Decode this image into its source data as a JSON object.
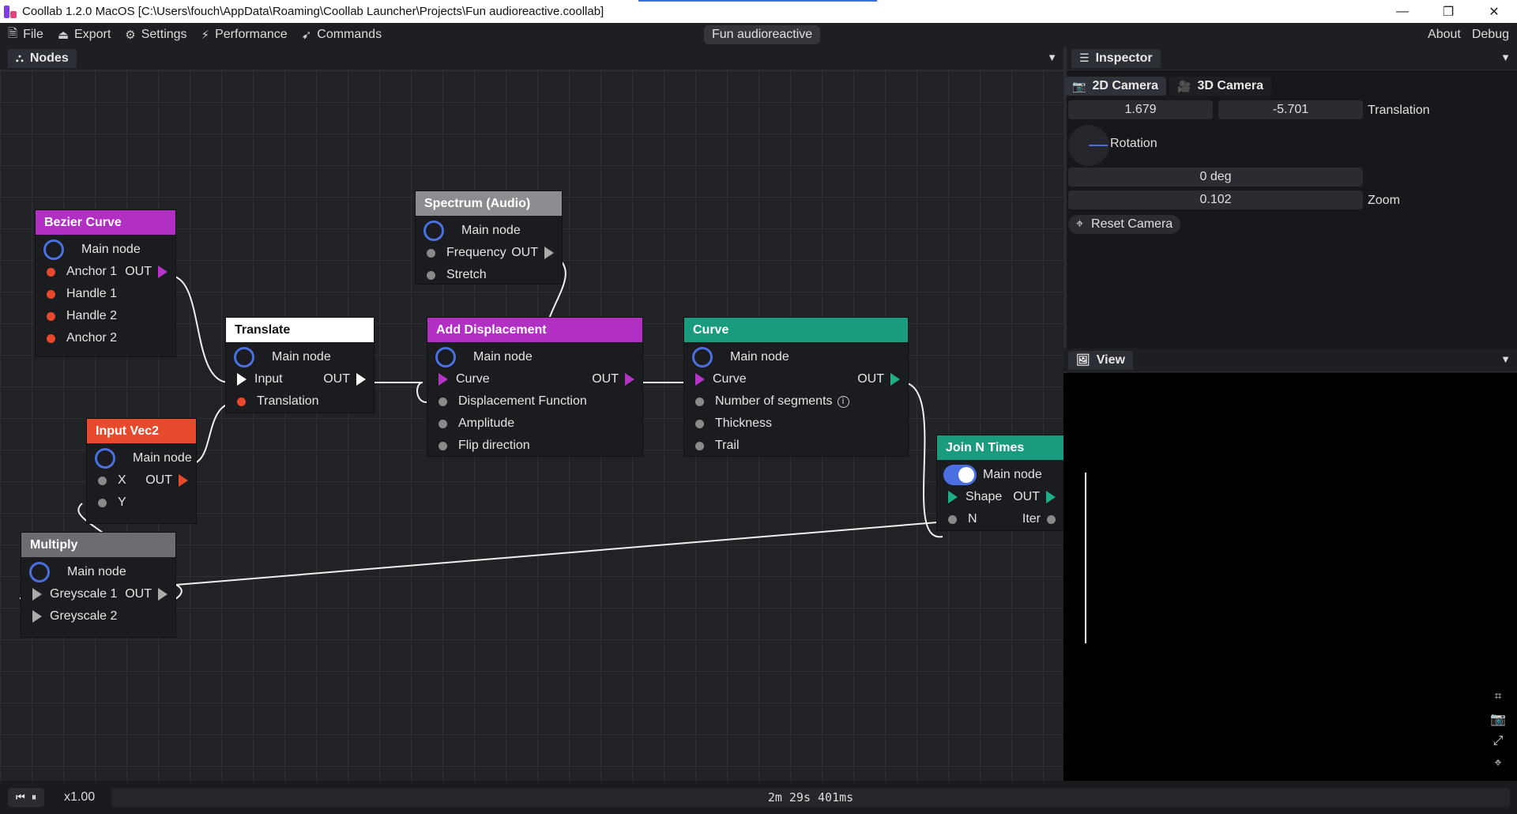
{
  "window": {
    "title": "Coollab 1.2.0 MacOS [C:\\Users\\fouch\\AppData\\Roaming\\Coollab Launcher\\Projects\\Fun audioreactive.coollab]",
    "minimize": "—",
    "maximize": "❐",
    "close": "✕"
  },
  "menu": {
    "items": [
      "File",
      "Export",
      "Settings",
      "Performance",
      "Commands"
    ],
    "project_name": "Fun audioreactive",
    "right": [
      "About",
      "Debug"
    ]
  },
  "nodes_panel": {
    "tab": "Nodes"
  },
  "nodes": {
    "bezier": {
      "title": "Bezier Curve",
      "main": "Main node",
      "anchor1": "Anchor 1",
      "out": "OUT",
      "handle1": "Handle 1",
      "handle2": "Handle 2",
      "anchor2": "Anchor 2",
      "color": "#b22fc3"
    },
    "input_vec2": {
      "title": "Input Vec2",
      "main": "Main node",
      "x": "X",
      "out": "OUT",
      "y": "Y",
      "color": "#e54b2c"
    },
    "multiply": {
      "title": "Multiply",
      "main": "Main node",
      "grey1": "Greyscale 1",
      "out": "OUT",
      "grey2": "Greyscale 2",
      "color": "#6b6d72"
    },
    "translate": {
      "title": "Translate",
      "main": "Main node",
      "input": "Input",
      "out": "OUT",
      "translation": "Translation",
      "color": "#ffffff"
    },
    "spectrum": {
      "title": "Spectrum (Audio)",
      "main": "Main node",
      "frequency": "Frequency",
      "out": "OUT",
      "stretch": "Stretch",
      "color": "#8c8d90"
    },
    "add_displacement": {
      "title": "Add Displacement",
      "main": "Main node",
      "curve": "Curve",
      "out": "OUT",
      "disp_fn": "Displacement Function",
      "amplitude": "Amplitude",
      "flip": "Flip direction",
      "color": "#b22fc3"
    },
    "curve": {
      "title": "Curve",
      "main": "Main node",
      "curve": "Curve",
      "out": "OUT",
      "segments": "Number of segments",
      "info": "i",
      "thickness": "Thickness",
      "trail": "Trail",
      "color": "#1a9b7d"
    },
    "join": {
      "title": "Join N Times",
      "main": "Main node",
      "shape": "Shape",
      "out": "OUT",
      "n": "N",
      "iter": "Iter",
      "color": "#1a9b7d"
    }
  },
  "inspector": {
    "tab": "Inspector",
    "subtabs": [
      "2D Camera",
      "3D Camera"
    ],
    "translation_x": "1.679",
    "translation_y": "-5.701",
    "translation_label": "Translation",
    "rotation_label": "Rotation",
    "rotation_value": "0 deg",
    "zoom_value": "0.102",
    "zoom_label": "Zoom",
    "reset_camera": "Reset Camera"
  },
  "view": {
    "tab": "View"
  },
  "bottom": {
    "speed": "x1.00",
    "time": "2m 29s 401ms"
  }
}
